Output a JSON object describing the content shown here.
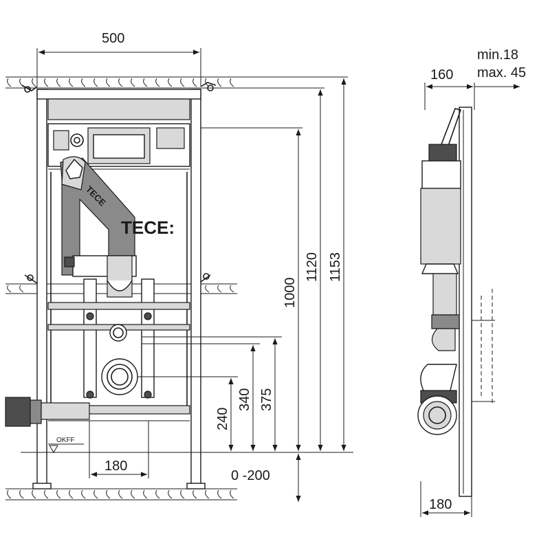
{
  "brand": {
    "logo_text": "TECE:",
    "module_text": "TECE"
  },
  "dimensions": {
    "width_top": "500",
    "depth_160": "160",
    "min_max_1": "min.18",
    "min_max_2": "max. 45",
    "h_1000": "1000",
    "h_1120": "1120",
    "h_1153": "1153",
    "h_240": "240",
    "h_340": "340",
    "h_375": "375",
    "w_180_front": "180",
    "range_0_200": "0 -200",
    "w_180_side": "180",
    "okff": "OKFF"
  }
}
